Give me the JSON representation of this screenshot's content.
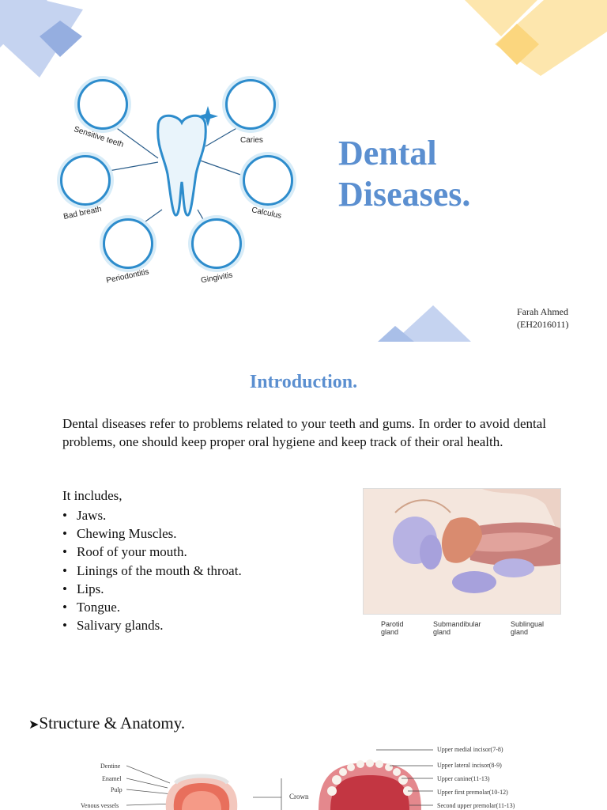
{
  "diagram": {
    "labels": {
      "sensitive_teeth": "Sensitive teeth",
      "caries": "Caries",
      "bad_breath": "Bad breath",
      "calculus": "Calculus",
      "periodontitis": "Periodontitis",
      "gingivitis": "Gingivitis"
    }
  },
  "title": {
    "line1": "Dental",
    "line2": "Diseases."
  },
  "author": {
    "name": "Farah Ahmed",
    "id": "(EH2016011)"
  },
  "introduction": {
    "heading": "Introduction.",
    "paragraph": "Dental diseases refer to problems related to your teeth and gums. In order to avoid dental problems, one should keep proper oral hygiene and keep track of their oral health.",
    "list_lead": "It includes,",
    "items": [
      "Jaws.",
      "Chewing Muscles.",
      "Roof of your mouth.",
      "Linings of the mouth & throat.",
      "Lips.",
      "Tongue.",
      "Salivary glands."
    ]
  },
  "gland_figure": {
    "parotid": "Parotid gland",
    "submandibular": "Submandibular gland",
    "sublingual": "Sublingual gland"
  },
  "structure": {
    "heading": "Structure & Anatomy.",
    "tooth_labels": [
      "Dentine",
      "Enamel",
      "Pulp",
      "Venous vessels"
    ],
    "crown_label": "Crown",
    "teeth_labels": [
      "Upper medial incisor(7-8)",
      "Upper lateral incisor(8-9)",
      "Upper canine(11-13)",
      "Upper first premolar(10-12)",
      "Second upper premolar(11-13)"
    ]
  },
  "colors": {
    "accent_blue": "#5b8fd0",
    "diagram_blue": "#2d8ccc",
    "deco_blue": "#a9bfe8",
    "deco_yellow": "#fde3a0"
  }
}
